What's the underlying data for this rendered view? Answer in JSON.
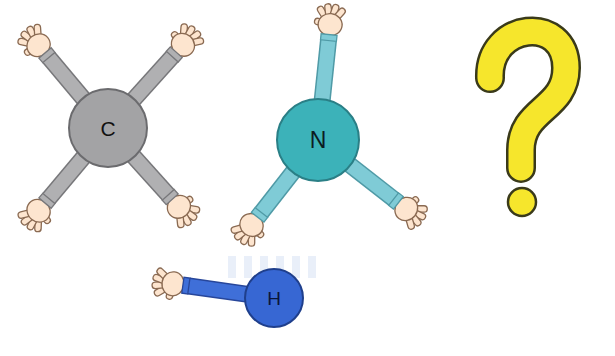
{
  "diagram": {
    "nodes": [
      {
        "text": [
          "C"
        ]
      },
      {
        "text": [
          "N"
        ]
      },
      {
        "text": [
          "H"
        ]
      }
    ]
  }
}
